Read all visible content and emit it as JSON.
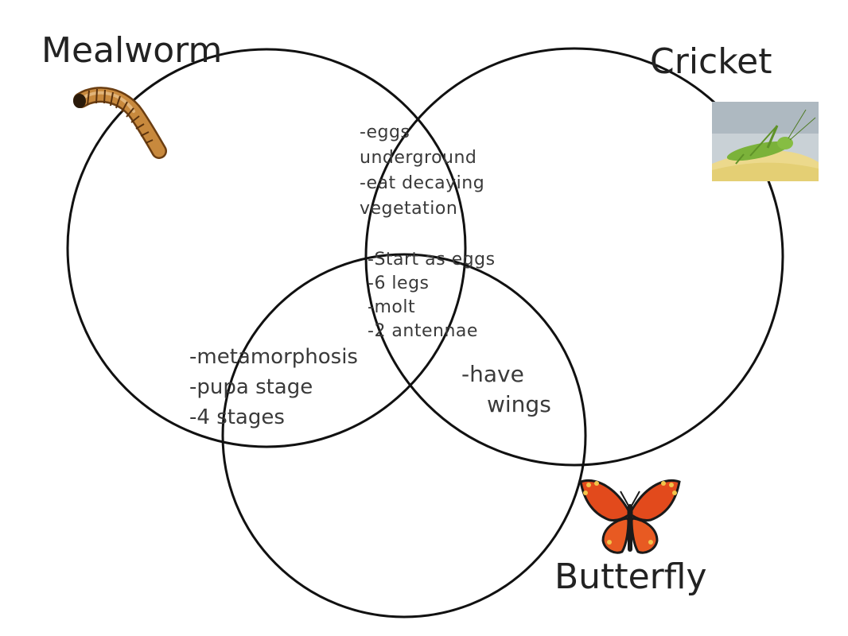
{
  "diagram": {
    "sets": [
      {
        "id": "mealworm",
        "label": "Mealworm",
        "picture": "mealworm-picture"
      },
      {
        "id": "cricket",
        "label": "Cricket",
        "picture": "cricket-photo"
      },
      {
        "id": "butterfly",
        "label": "Butterfly",
        "picture": "butterfly-picture"
      }
    ],
    "regions": {
      "mealworm_cricket": [
        "-eggs",
        "underground",
        "-eat decaying",
        "vegetation"
      ],
      "all_three": [
        "-Start as eggs",
        "-6 legs",
        "-molt",
        "-2 antennae"
      ],
      "mealworm_butterfly": [
        "-metamorphosis",
        "-pupa stage",
        "-4 stages"
      ],
      "cricket_butterfly": [
        "-have",
        "wings"
      ]
    },
    "colors": {
      "outline": "#111111",
      "text": "#3a3a3a",
      "background": "#ffffff"
    }
  }
}
